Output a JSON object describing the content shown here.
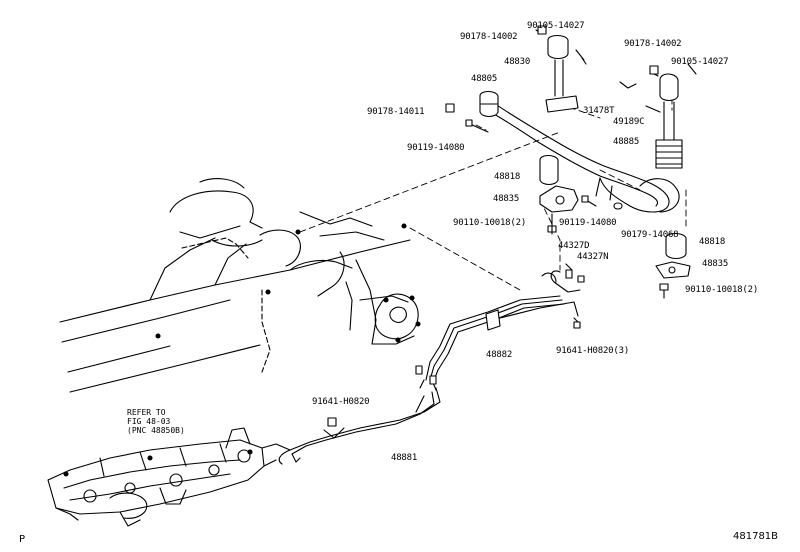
{
  "diagram": {
    "parts": {
      "p90105_14027_top": "90105-14027",
      "p90178_14002_top": "90178-14002",
      "p48830": "48830",
      "p90178_14002_right": "90178-14002",
      "p90105_14027_right": "90105-14027",
      "p48805": "48805",
      "p31478T": "31478T",
      "p49189C": "49189C",
      "p48885": "48885",
      "p90178_14011": "90178-14011",
      "p90119_14080_left": "90119-14080",
      "p48818_top": "48818",
      "p48835_top": "48835",
      "p90110_10018_left": "90110-10018(2)",
      "p90119_14080_mid": "90119-14080",
      "p90179_14068": "90179-14068",
      "p48818_right": "48818",
      "p44327D": "44327D",
      "p44327N": "44327N",
      "p48835_right": "48835",
      "p90110_10018_right": "90110-10018(2)",
      "p48882": "48882",
      "p91641_H0820_3": "91641-H0820(3)",
      "p91641_H0820": "91641-H0820",
      "p48881": "48881"
    },
    "refer_note": {
      "line1": "REFER TO",
      "line2": "FIG 48-03",
      "line3": "(PNC 48850B)"
    },
    "corner_left": "P",
    "diagram_code": "481781B"
  }
}
